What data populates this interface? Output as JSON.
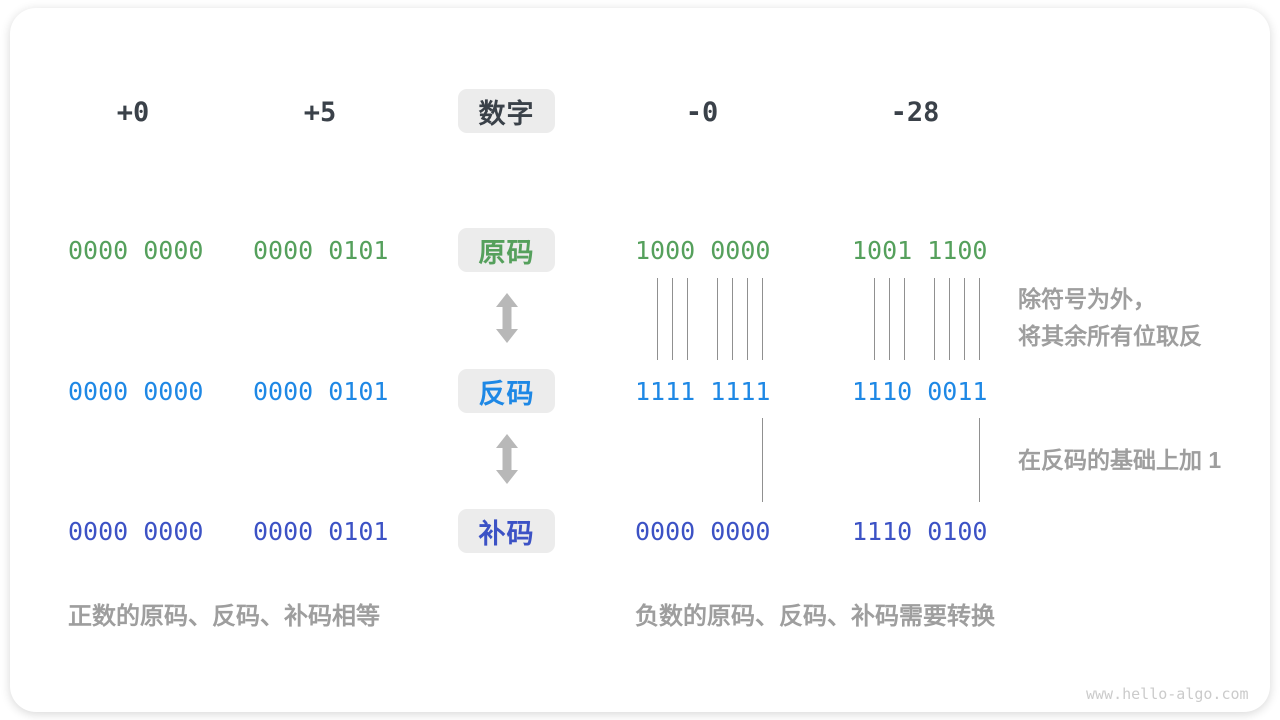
{
  "palette": {
    "dark": "#3a4149",
    "green": "#55a05c",
    "blue": "#1e88e5",
    "indigo": "#3c52c5",
    "gray_text": "#9e9e9e",
    "label_bg": "#ececec",
    "arrow_gray": "#b8b8b8",
    "line_gray": "#909090",
    "watermark": "#cbcbcb"
  },
  "header": {
    "label": "数字",
    "columns": [
      "+0",
      "+5",
      "-0",
      "-28"
    ]
  },
  "rows": [
    {
      "id": "sign-magnitude",
      "label": "原码",
      "values": [
        "0000 0000",
        "0000 0101",
        "1000 0000",
        "1001 1100"
      ]
    },
    {
      "id": "ones-complement",
      "label": "反码",
      "values": [
        "0000 0000",
        "0000 0101",
        "1111 1111",
        "1110 0011"
      ]
    },
    {
      "id": "twos-complement",
      "label": "补码",
      "values": [
        "0000 0000",
        "0000 0101",
        "0000 0000",
        "1110 0100"
      ]
    }
  ],
  "annotations": {
    "flip_line1": "除符号为外，",
    "flip_line2": "将其余所有位取反",
    "add_one": "在反码的基础上加 1"
  },
  "captions": {
    "left": "正数的原码、反码、补码相等",
    "right": "负数的原码、反码、补码需要转换"
  },
  "watermark": "www.hello-algo.com"
}
